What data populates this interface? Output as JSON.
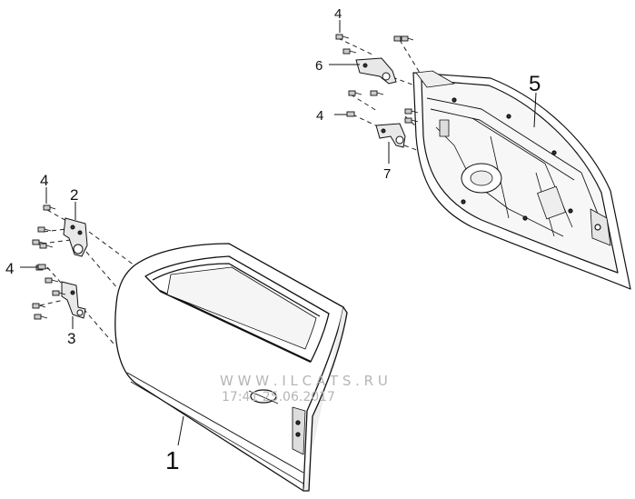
{
  "callouts": {
    "c1": "1",
    "c2": "2",
    "c3": "3",
    "c4a": "4",
    "c4b": "4",
    "c4c": "4",
    "c4d": "4",
    "c5": "5",
    "c6": "6",
    "c7": "7"
  },
  "watermark": {
    "site": "W W W . I L C A T S . R U",
    "stamp": "17:41 25.06.2017"
  }
}
